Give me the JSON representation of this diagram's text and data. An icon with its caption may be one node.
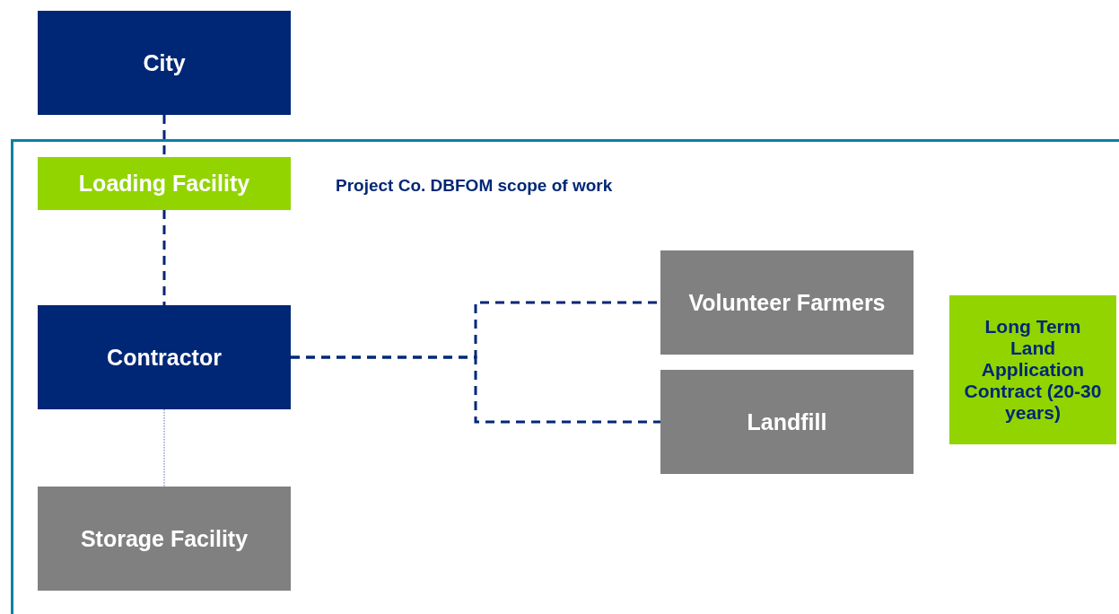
{
  "diagram": {
    "nodes": [
      {
        "text": [
          "City"
        ]
      },
      {
        "text": [
          "Project Co. DBFOM scope of work"
        ]
      },
      {
        "text": [
          "Loading Facility"
        ],
        "in": 1
      },
      {
        "text": [
          "Contractor"
        ],
        "in": 1
      },
      {
        "text": [
          "Storage Facility"
        ],
        "in": 1
      },
      {
        "text": [
          "Volunteer Farmers"
        ],
        "in": 1
      },
      {
        "text": [
          "Landfill"
        ],
        "in": 1
      },
      {
        "text": [
          "Long Term Land Application Contract (20-30 years)"
        ],
        "in": 1
      }
    ],
    "edges": [
      {
        "from": 0,
        "to": 2,
        "arrow": "none",
        "style": "dashed"
      },
      {
        "from": 2,
        "to": 3,
        "arrow": "none",
        "style": "dashed"
      },
      {
        "from": 3,
        "to": 4,
        "arrow": "none"
      },
      {
        "from": 3,
        "to": 5,
        "arrow": "none",
        "style": "dashed"
      },
      {
        "from": 3,
        "to": 6,
        "arrow": "none",
        "style": "dashed"
      }
    ]
  }
}
